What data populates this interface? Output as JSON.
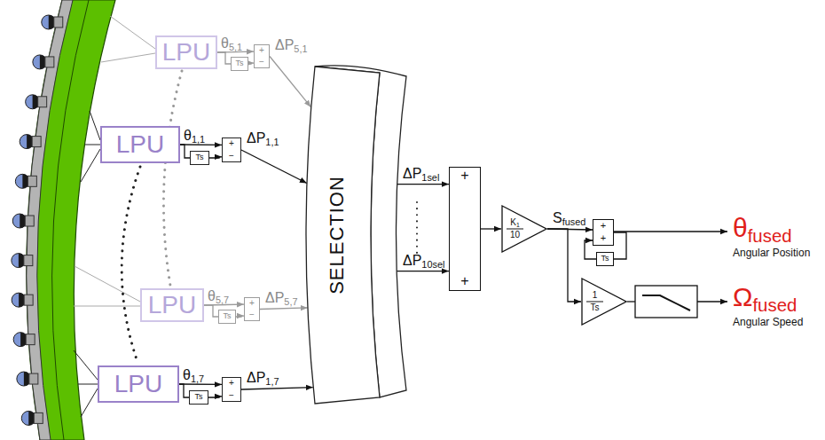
{
  "diagram": {
    "nodes": [
      {
        "text": [
          "LPU"
        ]
      },
      {
        "text": [
          "Ts"
        ]
      },
      {
        "text": [
          "+",
          "−"
        ]
      },
      {
        "text": [
          "LPU"
        ]
      },
      {
        "text": [
          "Ts"
        ]
      },
      {
        "text": [
          "+",
          "−"
        ]
      },
      {
        "text": [
          "LPU"
        ]
      },
      {
        "text": [
          "Ts"
        ]
      },
      {
        "text": [
          "+",
          "−"
        ]
      },
      {
        "text": [
          "LPU"
        ]
      },
      {
        "text": [
          "Ts"
        ]
      },
      {
        "text": [
          "+",
          "−"
        ]
      },
      {
        "text": [
          "SELECTION"
        ]
      },
      {
        "text": [
          "+",
          "+"
        ]
      },
      {
        "text": [
          "K1",
          "10"
        ]
      },
      {
        "text": [
          "+",
          "+"
        ]
      },
      {
        "text": [
          "Ts"
        ]
      },
      {
        "text": [
          "1",
          "Ts"
        ]
      }
    ],
    "edges": [
      {
        "from": 0,
        "to": 2,
        "label": "θ5,1",
        "arrow": "to"
      },
      {
        "from": 0,
        "to": 1,
        "arrow": "none"
      },
      {
        "from": 1,
        "to": 2,
        "arrow": "to"
      },
      {
        "from": 2,
        "to": 12,
        "label": "ΔP5,1",
        "arrow": "to"
      },
      {
        "from": 3,
        "to": 5,
        "label": "θ1,1",
        "arrow": "to"
      },
      {
        "from": 3,
        "to": 4,
        "arrow": "none"
      },
      {
        "from": 4,
        "to": 5,
        "arrow": "to"
      },
      {
        "from": 5,
        "to": 12,
        "label": "ΔP1,1",
        "arrow": "to"
      },
      {
        "from": 6,
        "to": 8,
        "label": "θ5,7",
        "arrow": "to"
      },
      {
        "from": 6,
        "to": 7,
        "arrow": "none"
      },
      {
        "from": 7,
        "to": 8,
        "arrow": "to"
      },
      {
        "from": 8,
        "to": 12,
        "label": "ΔP5,7",
        "arrow": "to"
      },
      {
        "from": 9,
        "to": 11,
        "label": "θ1,7",
        "arrow": "to"
      },
      {
        "from": 9,
        "to": 10,
        "arrow": "none"
      },
      {
        "from": 10,
        "to": 11,
        "arrow": "to"
      },
      {
        "from": 11,
        "to": 12,
        "label": "ΔP1,7",
        "arrow": "to"
      },
      {
        "from": 12,
        "to": 13,
        "label": "ΔP1sel",
        "arrow": "to"
      },
      {
        "from": 12,
        "to": 13,
        "label": "ΔP10sel",
        "arrow": "to"
      },
      {
        "from": 13,
        "to": 14,
        "arrow": "to"
      },
      {
        "from": 14,
        "to": 15,
        "label": "Sfused",
        "arrow": "to"
      },
      {
        "from": 14,
        "to": 17,
        "arrow": "to"
      },
      {
        "from": 15,
        "to": 16,
        "arrow": "none"
      },
      {
        "from": 16,
        "to": 15,
        "arrow": "to"
      }
    ],
    "labels": [
      "θfused",
      "Angular Position",
      "Ωfused",
      "Angular Speed"
    ]
  }
}
